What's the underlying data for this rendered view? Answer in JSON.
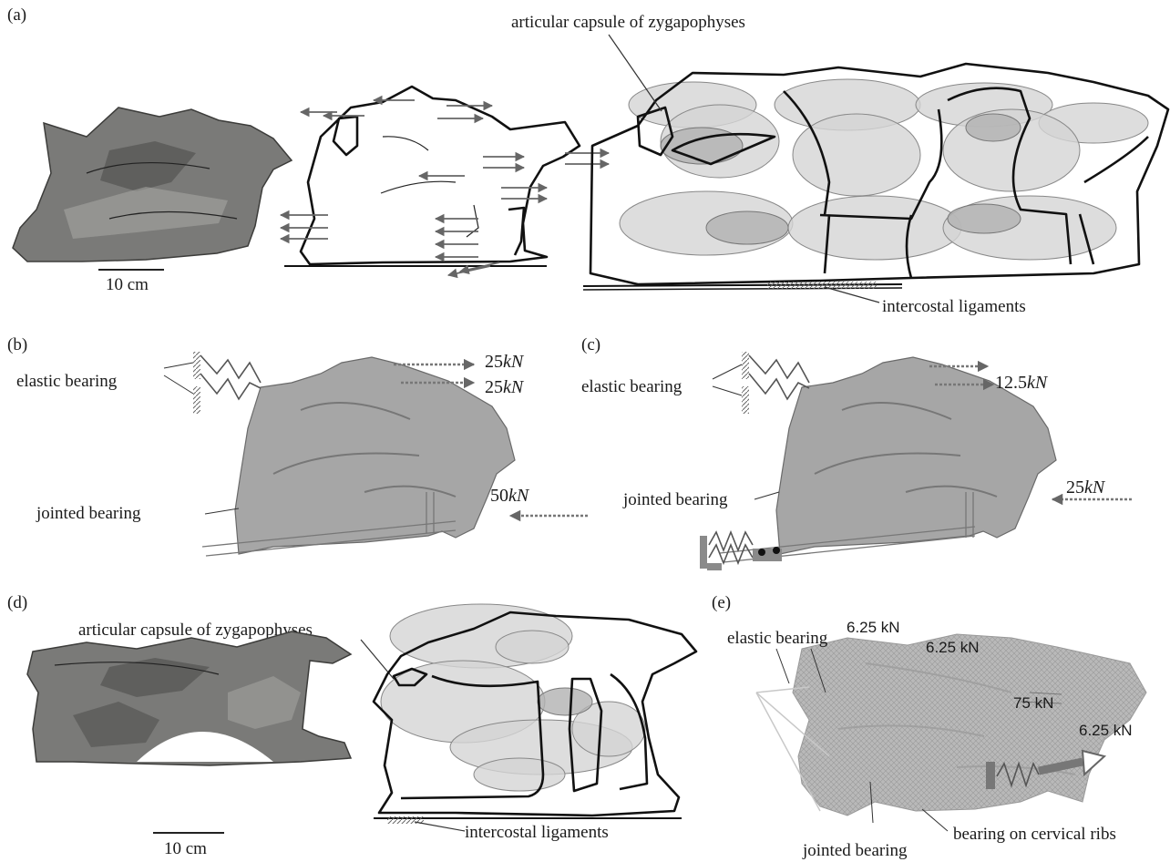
{
  "panels": {
    "a": "(a)",
    "b": "(b)",
    "c": "(c)",
    "d": "(d)",
    "e": "(e)"
  },
  "panel_a": {
    "scale_bar": "10 cm",
    "capsule_label": "articular capsule of zygapophyses",
    "ligament_label": "intercostal ligaments"
  },
  "panel_b": {
    "elastic_label": "elastic bearing",
    "jointed_label": "jointed bearing",
    "force_upper_1": "25",
    "force_upper_2": "25",
    "force_lower": "50",
    "unit": "kN"
  },
  "panel_c": {
    "elastic_label": "elastic bearing",
    "jointed_label": "jointed bearing",
    "force_upper": "12.5",
    "force_lower": "25",
    "unit": "kN"
  },
  "panel_d": {
    "scale_bar": "10 cm",
    "capsule_label": "articular capsule of zygapophyses",
    "ligament_label": "intercostal ligaments"
  },
  "panel_e": {
    "elastic_label": "elastic bearing",
    "force_1": "6.25 kN",
    "force_2": "6.25 kN",
    "force_3": "75 kN",
    "force_4": "6.25 kN",
    "jointed_label": "jointed bearing",
    "rib_label": "bearing on cervical ribs"
  },
  "colors": {
    "ink": "#1a1a1a",
    "bone_grey": "#a6a6a6",
    "arrow_grey": "#666666",
    "fossil_grey": "#7a7a78"
  }
}
